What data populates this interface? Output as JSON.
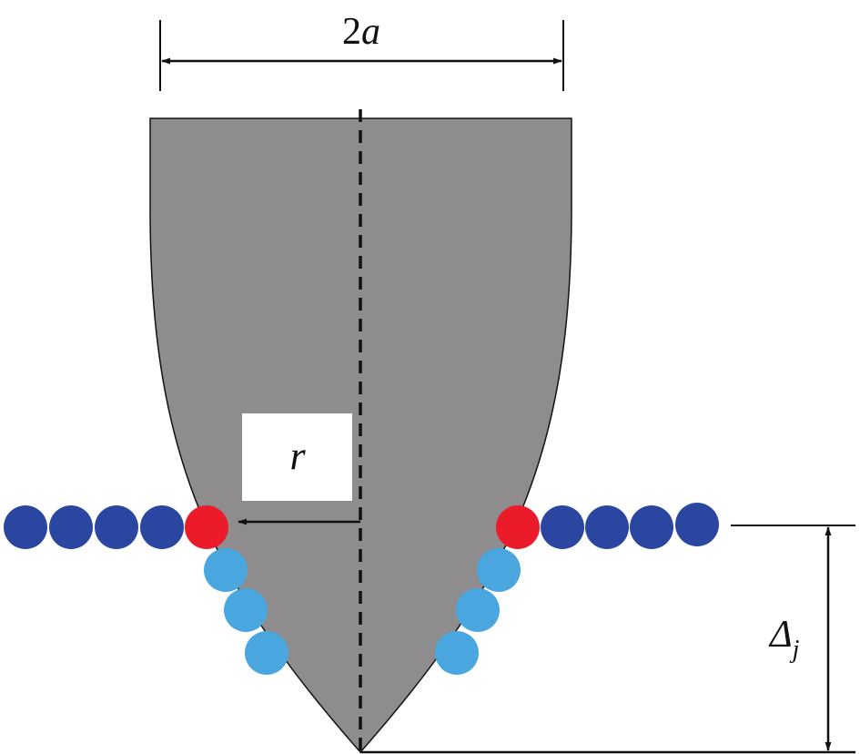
{
  "labels": {
    "width_prefix": "2",
    "width_var": "a",
    "radius": "r",
    "depth_main": "Δ",
    "depth_sub": "j"
  },
  "colors": {
    "indenter": "#8e8c8d",
    "outline": "#111111",
    "surface_atom": "#2a46a1",
    "contact_atom": "#ec1b2b",
    "displaced_atom": "#4aa6df",
    "label_box": "#ffffff"
  },
  "atoms": {
    "surface_left_count": 4,
    "surface_right_count": 4,
    "contact_count": 2,
    "displaced_left_count": 3,
    "displaced_right_count": 3
  }
}
